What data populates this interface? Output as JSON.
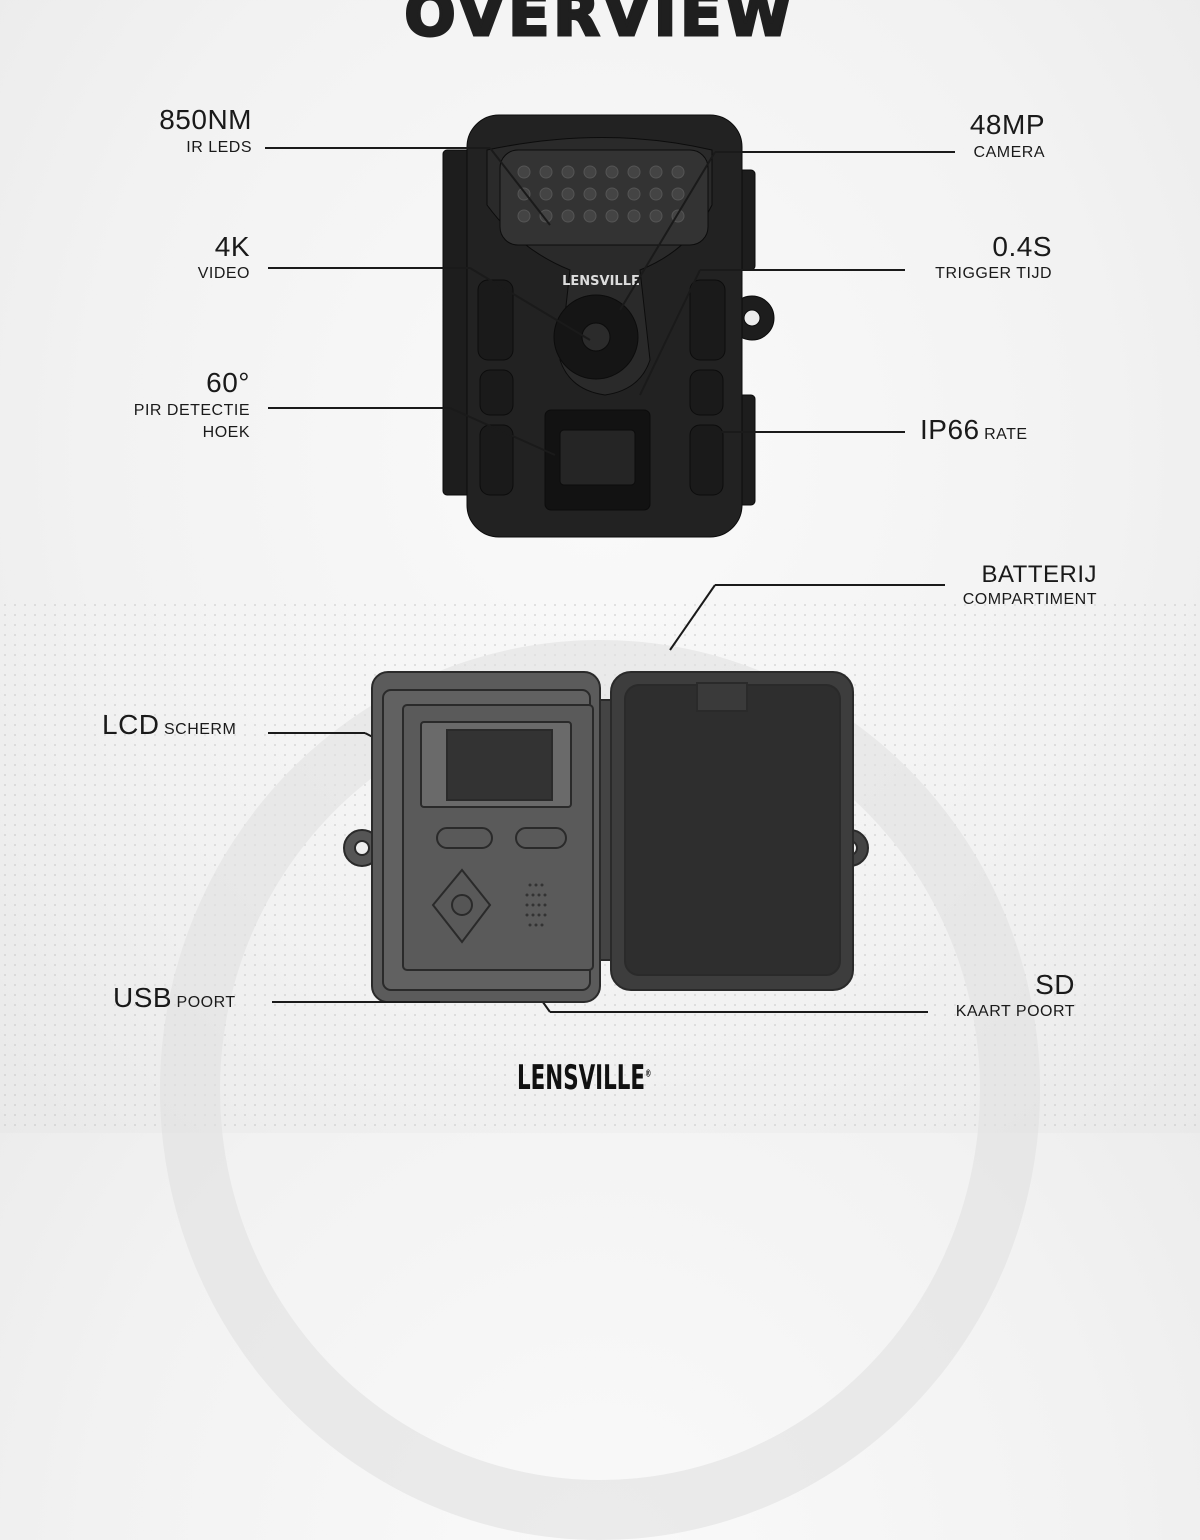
{
  "title": "OVERVIEW",
  "features": {
    "ir": {
      "main": "850NM",
      "sub": "IR LEDS"
    },
    "camera": {
      "main": "48MP",
      "sub": "CAMERA"
    },
    "video": {
      "main": "4K",
      "sub": "VIDEO"
    },
    "trigger": {
      "main": "0.4S",
      "sub": "TRIGGER TIJD"
    },
    "pir": {
      "main": "60°",
      "sub1": "PIR DETECTIE",
      "sub2": "HOEK"
    },
    "ip": {
      "main": "IP66",
      "sub": "RATE"
    },
    "battery": {
      "main": "BATTERIJ",
      "sub": "COMPARTIMENT"
    },
    "lcd": {
      "main": "LCD",
      "sub": "SCHERM"
    },
    "usb": {
      "main": "USB",
      "sub": "POORT"
    },
    "sd": {
      "main": "SD",
      "sub": "KAART POORT"
    }
  },
  "camera_brand": "LENSVILLE",
  "logo": {
    "text": "LENSVILLE",
    "mark": "®"
  }
}
